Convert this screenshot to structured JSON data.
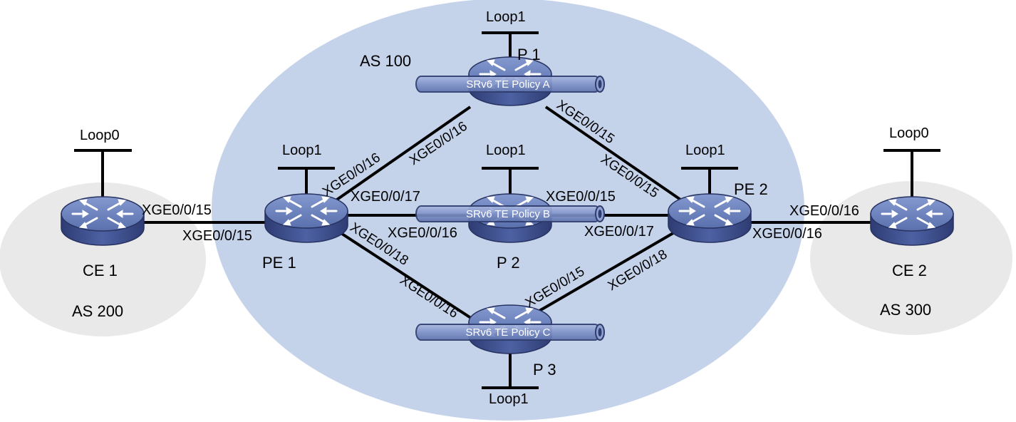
{
  "as_regions": {
    "as100": "AS 100",
    "as200": "AS 200",
    "as300": "AS 300"
  },
  "devices": {
    "pe1": {
      "name": "PE 1",
      "loop": "Loop1"
    },
    "pe2": {
      "name": "PE 2",
      "loop": "Loop1"
    },
    "p1": {
      "name": "P 1",
      "loop": "Loop1"
    },
    "p2": {
      "name": "P 2",
      "loop": "Loop1"
    },
    "p3": {
      "name": "P 3",
      "loop": "Loop1"
    },
    "ce1": {
      "name": "CE 1",
      "loop": "Loop0"
    },
    "ce2": {
      "name": "CE 2",
      "loop": "Loop0"
    }
  },
  "tunnels": {
    "a": "SRv6 TE Policy A",
    "b": "SRv6 TE Policy B",
    "c": "SRv6 TE Policy C"
  },
  "interfaces": {
    "ce1_pe1_ce1": "XGE0/0/15",
    "ce1_pe1_pe1": "XGE0/0/15",
    "pe1_p1_pe1": "XGE0/0/16",
    "pe1_p1_p1": "XGE0/0/16",
    "pe1_p2_pe1": "XGE0/0/17",
    "pe1_p2_p2": "XGE0/0/16",
    "pe1_p3_pe1": "XGE0/0/18",
    "pe1_p3_p3": "XGE0/0/16",
    "p1_pe2_p1": "XGE0/0/15",
    "p1_pe2_pe2": "XGE0/0/15",
    "p2_pe2_p2": "XGE0/0/15",
    "p2_pe2_pe2": "XGE0/0/17",
    "p3_pe2_p3": "XGE0/0/15",
    "p3_pe2_pe2": "XGE0/0/18",
    "pe2_ce2_pe2": "XGE0/0/16",
    "pe2_ce2_ce2": "XGE0/0/16"
  },
  "colors": {
    "as100_fill": "#c5d3ea",
    "as_side_fill": "#e9e9e9",
    "router_top": "#6f86bf",
    "router_body": "#3f518f",
    "tunnel_fill": "#8396cb",
    "tunnel_edge": "#2f3d6e"
  }
}
